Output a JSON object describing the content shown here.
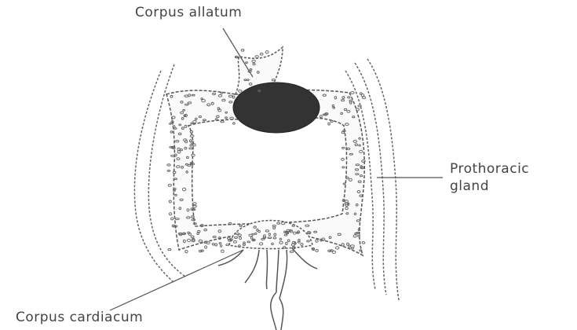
{
  "diagram": {
    "labels": {
      "corpus_allatum": "Corpus allatum",
      "prothoracic_gland_line1": "Prothoracic",
      "prothoracic_gland_line2": "gland",
      "corpus_cardiacum": "Corpus cardiacum"
    },
    "colors": {
      "ink": "#555555",
      "dark_mass": "#333333",
      "text": "#444444"
    }
  }
}
